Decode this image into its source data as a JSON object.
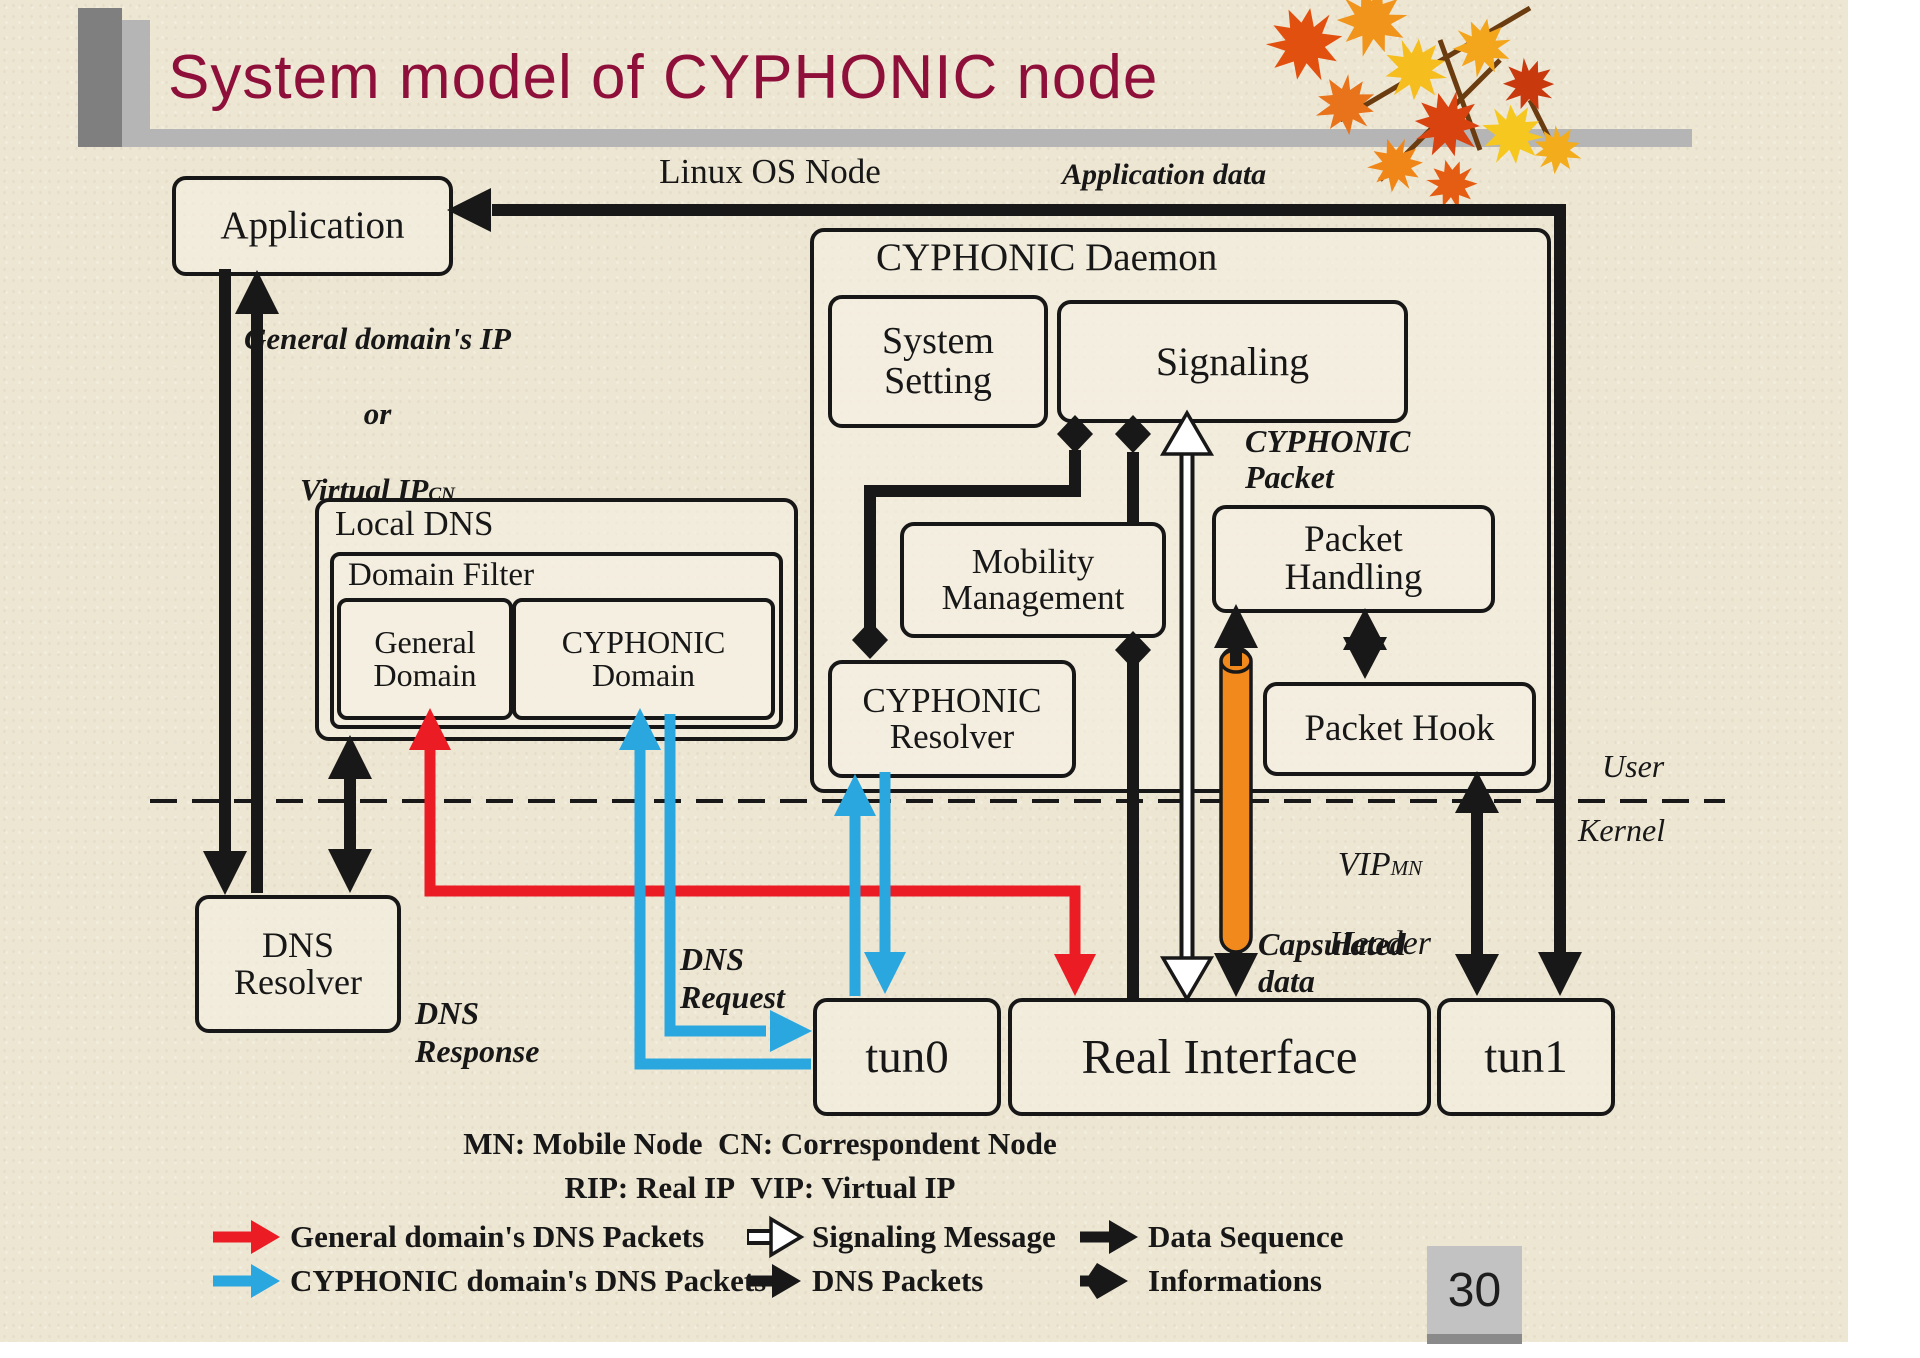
{
  "header": {
    "title": "System model of CYPHONIC node"
  },
  "slide": {
    "page_number": "30"
  },
  "labels": {
    "linux_os_node": "Linux OS Node",
    "application_data": "Application data",
    "general_ip_line1": "General domain's IP",
    "general_ip_line2": "or",
    "general_ip_line3": "Virtual IP",
    "general_ip_sub": "CN",
    "cyphonic_packet": "CYPHONIC\nPacket",
    "vip_word": "VIP",
    "vip_sub": "MN",
    "vip_line2": "Header",
    "capsulated_data": "Capsulated\ndata",
    "dns_request": "DNS\nRequest",
    "dns_response": "DNS\nResponse",
    "user": "User",
    "kernel": "Kernel"
  },
  "boxes": {
    "application": "Application",
    "local_dns": "Local DNS",
    "domain_filter": "Domain Filter",
    "general_domain": "General\nDomain",
    "cyphonic_domain": "CYPHONIC\nDomain",
    "dns_resolver": "DNS\nResolver",
    "cyphonic_daemon": "CYPHONIC Daemon",
    "system_setting": "System\nSetting",
    "signaling": "Signaling",
    "mobility_management": "Mobility\nManagement",
    "cyphonic_resolver": "CYPHONIC\nResolver",
    "packet_handling": "Packet\nHandling",
    "packet_hook": "Packet Hook",
    "tun0": "tun0",
    "real_interface": "Real Interface",
    "tun1": "tun1"
  },
  "legend": {
    "abbrev_line1": "MN: Mobile Node  CN: Correspondent Node",
    "abbrev_line2": "RIP: Real IP  VIP: Virtual IP",
    "red_arrow": "General domain's DNS Packets",
    "blue_arrow": "CYPHONIC domain's DNS Packets",
    "signaling_message": "Signaling Message",
    "dns_packets": "DNS Packets",
    "data_sequence": "Data Sequence",
    "informations": "Informations"
  },
  "colors": {
    "title_red": "#8E0F3A",
    "arrow_black": "#181818",
    "arrow_red": "#EC1C24",
    "arrow_blue": "#2AA7DF",
    "capsule_orange": "#F2891C",
    "parchment": "#EDE6D3",
    "header_gray": "#7F7F7F",
    "header_light_gray": "#B5B5B5",
    "page_box_gray": "#C2C2C2"
  }
}
